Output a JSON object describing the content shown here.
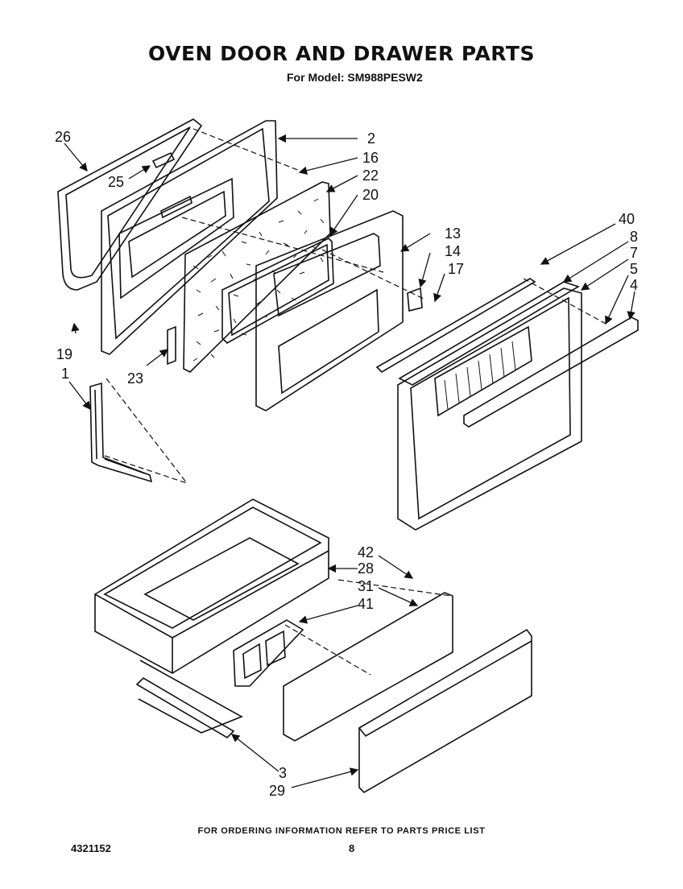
{
  "header": {
    "title": "OVEN DOOR AND DRAWER PARTS",
    "model": "For Model: SM988PESW2"
  },
  "callouts": {
    "c26": "26",
    "c25": "25",
    "c2": "2",
    "c16": "16",
    "c22": "22",
    "c20": "20",
    "c13": "13",
    "c14": "14",
    "c17": "17",
    "c40": "40",
    "c8": "8",
    "c7": "7",
    "c5": "5",
    "c4": "4",
    "c19": "19",
    "c1": "1",
    "c23": "23",
    "c42": "42",
    "c28": "28",
    "c31": "31",
    "c41": "41",
    "c3": "3",
    "c29": "29"
  },
  "footer": {
    "note": "FOR ORDERING INFORMATION REFER TO PARTS PRICE LIST",
    "doc_number": "4321152",
    "page": "8"
  }
}
